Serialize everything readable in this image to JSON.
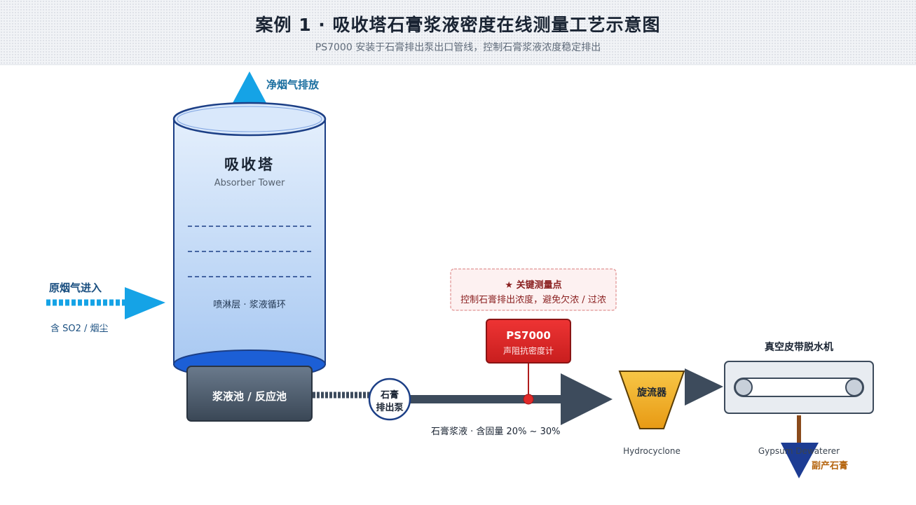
{
  "header": {
    "title": "案例 1 · 吸收塔石膏浆液密度在线测量工艺示意图",
    "subtitle": "PS7000 安装于石膏排出泵出口管线，控制石膏浆液浓度稳定排出"
  },
  "exhaust": {
    "label": "净烟气排放"
  },
  "tower": {
    "name": "吸收塔",
    "name_en": "Absorber Tower",
    "spray_label": "喷淋层 · 浆液循环"
  },
  "inlet": {
    "label": "原烟气进入",
    "sub": "含 SO2 / 烟尘"
  },
  "tank": {
    "label": "浆液池 / 反应池"
  },
  "pump": {
    "line1": "石膏",
    "line2": "排出泵"
  },
  "pipe": {
    "slurry_label": "石膏浆液 · 含固量 20% ~ 30%"
  },
  "key_point": {
    "title": "★ 关键测量点",
    "desc": "控制石膏排出浓度，避免欠浓 / 过浓"
  },
  "meter": {
    "title": "PS7000",
    "subtitle": "声阻抗密度计"
  },
  "cyclone": {
    "label": "旋流器",
    "label_en": "Hydrocyclone"
  },
  "filter": {
    "label": "真空皮带脱水机",
    "label_en": "Gypsum Dewaterer"
  },
  "byproduct": {
    "label": "副产石膏"
  },
  "colors": {
    "tower_fill": "#c9def7",
    "tower_top": "#1c5fd6",
    "flow_arrow": "#15a3e6",
    "pipe": "#3d4b5c",
    "meter_red": "#e02a2a",
    "cyclone_yellow": "#f3b21b",
    "byproduct_arrow": "#1d3c93"
  }
}
